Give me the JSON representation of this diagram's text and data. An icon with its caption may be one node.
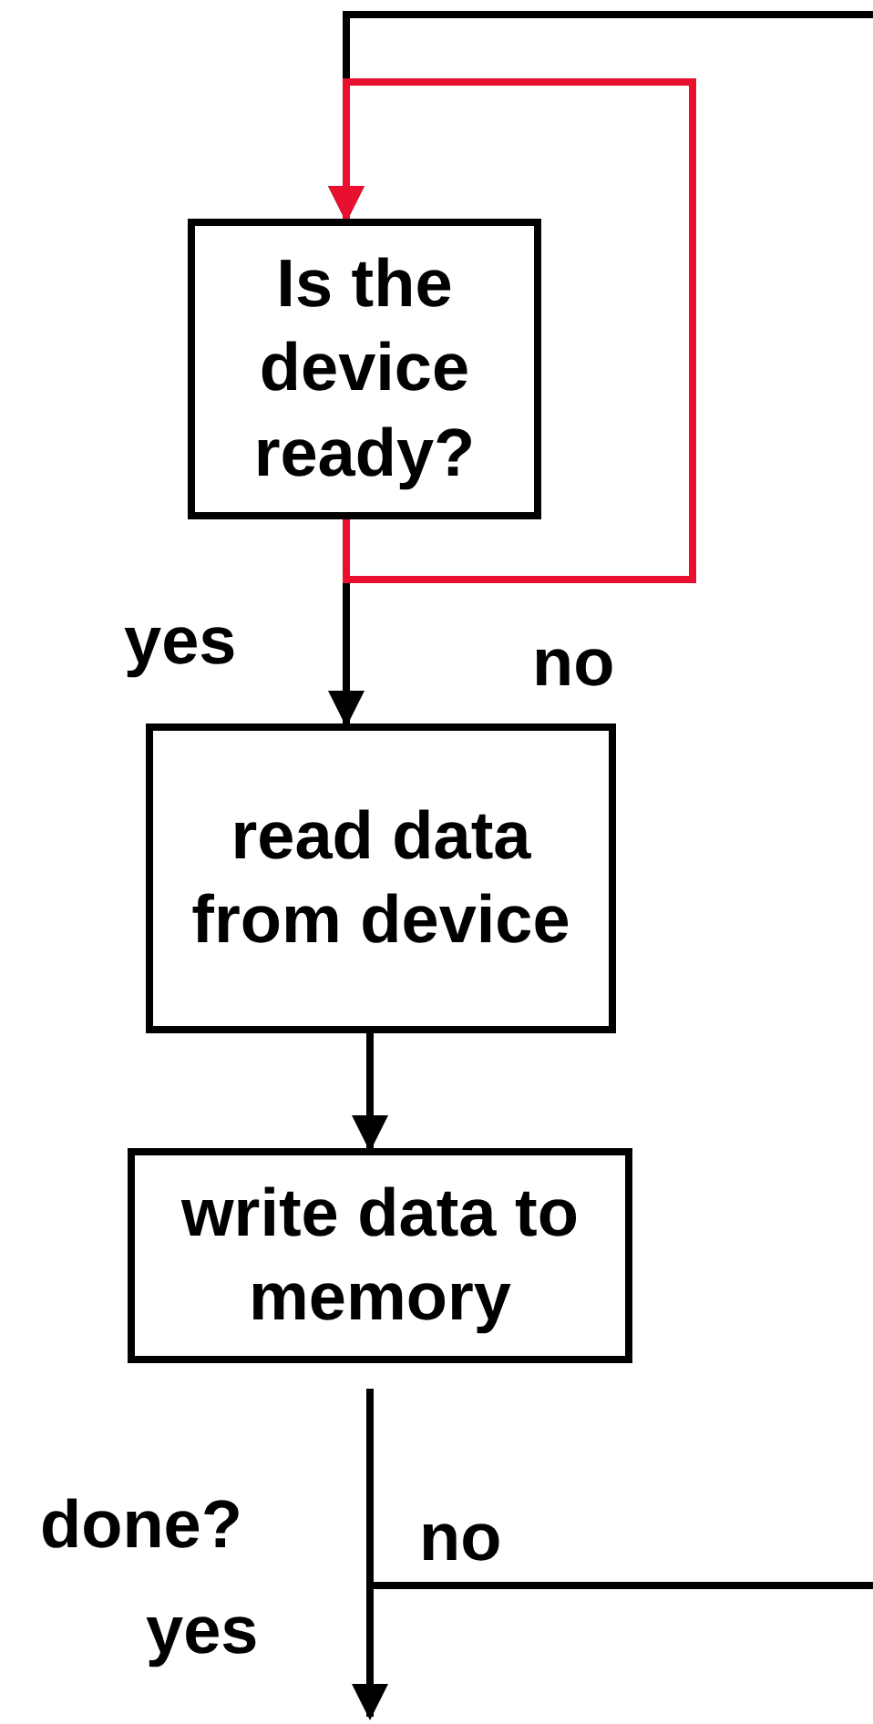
{
  "diagram": {
    "nodes": [
      {
        "text": [
          "Is the device ready?"
        ]
      },
      {
        "text": [
          "read data from device"
        ]
      },
      {
        "text": [
          "write data to memory"
        ]
      }
    ],
    "edges": [
      {
        "from": 0,
        "to": 1,
        "arrow": "to",
        "label": "yes"
      },
      {
        "from": 0,
        "to": 0,
        "arrow": "to",
        "label": "no",
        "color": "#e8102e"
      },
      {
        "from": 1,
        "to": 2,
        "arrow": "to"
      },
      {
        "from": 2,
        "to": 0,
        "arrow": "to",
        "label": "no"
      },
      {
        "from": 2,
        "to": null,
        "arrow": "to",
        "label": "yes"
      }
    ],
    "labels": [
      "done?"
    ]
  }
}
